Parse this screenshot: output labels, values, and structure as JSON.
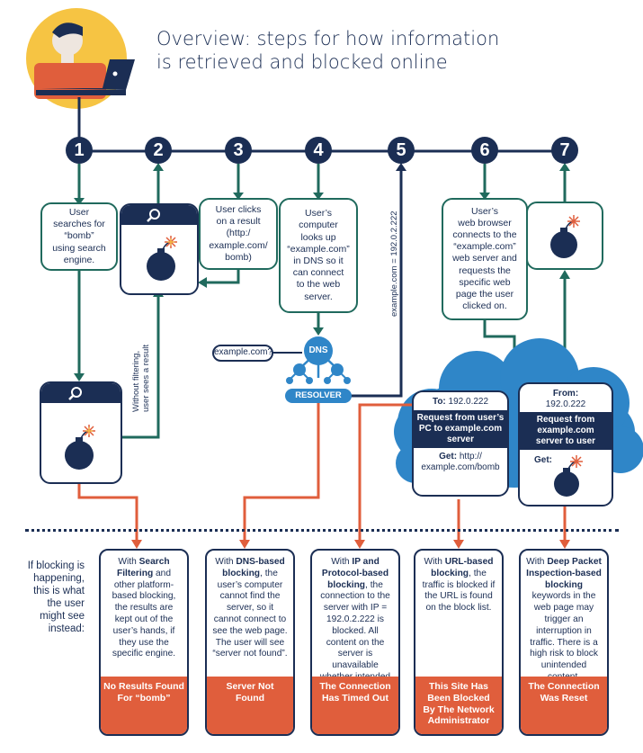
{
  "title_lines": [
    "Overview: steps for how information",
    "is retrieved and blocked online"
  ],
  "steps": [
    "1",
    "2",
    "3",
    "4",
    "5",
    "6",
    "7"
  ],
  "step_boxes": {
    "s1": [
      "User",
      "searches for",
      "“bomb”",
      "using search",
      "engine."
    ],
    "s3": [
      "User clicks",
      "on a result",
      "(http:/",
      "example.com/",
      "bomb)"
    ],
    "s4": [
      "User’s",
      "computer",
      "looks up",
      "“example.com”",
      "in DNS so it",
      "can connect",
      "to the web",
      "server."
    ],
    "s6": [
      "User’s",
      "web browser",
      "connects to the",
      "“example.com”",
      "web server and",
      "requests the",
      "specific web",
      "page the user",
      "clicked on."
    ]
  },
  "rotated": {
    "without_filtering": [
      "Without filtering,",
      "user sees a result"
    ],
    "dns_answer": "example.com = 192.0.2.222"
  },
  "dns": {
    "query": "example.com?",
    "node": "DNS",
    "resolver": "RESOLVER"
  },
  "packet_to": {
    "to_label": "To:",
    "to_value": "192.0.222",
    "band": [
      "Request from user’s",
      "PC to example.com",
      "server"
    ],
    "get_label": "Get:",
    "get_value": [
      "http://",
      "example.com/bomb"
    ]
  },
  "packet_from": {
    "from_label": "From:",
    "from_value": "192.0.222",
    "band": [
      "Request from",
      "example.com",
      "server to user"
    ],
    "get_label": "Get:"
  },
  "left_note": [
    "If blocking is",
    "happening,",
    "this is what",
    "the user",
    "might see",
    "instead:"
  ],
  "blocking": [
    {
      "pre": "With ",
      "bold": "Search Filtering",
      "post": " and other platform-based blocking, the results are kept out of the user’s hands, if they use the specific engine.",
      "error": [
        "No Results Found",
        "For “bomb”"
      ]
    },
    {
      "pre": "With ",
      "bold": "DNS-based blocking",
      "post": ", the user’s computer cannot find the server, so it cannot connect to see the web page. The user will see “server not found”.",
      "error": [
        "Server Not",
        "Found"
      ]
    },
    {
      "pre": "With ",
      "bold": "IP and Protocol-based blocking",
      "post": ", the connection to the server with IP = 192.0.2.222 is blocked. All content on the server is unavailable whether intended or unintended.",
      "error": [
        "The Connection",
        "Has Timed Out"
      ]
    },
    {
      "pre": "With ",
      "bold": "URL-based blocking",
      "post": ", the traffic is blocked if the URL is found on the block list.",
      "error": [
        "This Site Has",
        "Been Blocked",
        "By The Network",
        "Administrator"
      ]
    },
    {
      "pre": "With ",
      "bold": "Deep Packet Inspection-based blocking",
      "post": " keywords in the web page may trigger an interruption in traffic. There is a high risk to block unintended content.",
      "error": [
        "The Connection",
        "Was Reset"
      ]
    }
  ],
  "colors": {
    "navy": "#1b2e54",
    "green": "#206a5d",
    "orange": "#e05e3c",
    "cloud": "#2f86c8",
    "sun": "#f6c443"
  }
}
